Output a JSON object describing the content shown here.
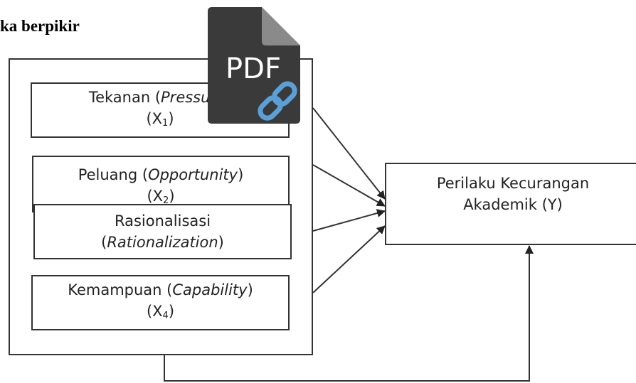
{
  "heading": "ka berpikir",
  "pdf_icon_label": "PDF",
  "variables": {
    "x1": {
      "name": "Tekanan",
      "term": "Pressure",
      "code": "X",
      "sub": "1"
    },
    "x2": {
      "name": "Peluang",
      "term": "Opportunity",
      "code": "X",
      "sub": "2"
    },
    "x3": {
      "name": "Rasionalisasi",
      "term": "Rationalization"
    },
    "x4": {
      "name": "Kemampuan",
      "term": "Capability",
      "code": "X",
      "sub": "4"
    }
  },
  "outcome": {
    "line1": "Perilaku Kecurangan",
    "line2": "Akademik (Y)"
  },
  "colors": {
    "line": "#333333",
    "pdf_body": "#3a3a3a",
    "pdf_fold": "#8a8a8a",
    "link_icon": "#5aa0d8"
  }
}
